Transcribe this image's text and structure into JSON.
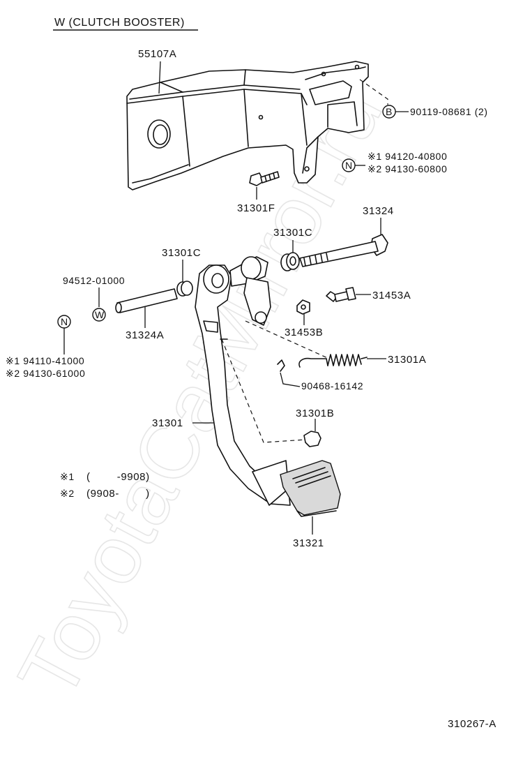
{
  "title": "W (CLUTCH BOOSTER)",
  "watermark": "ToyotaCatMirror.ru",
  "figure_id": "310267-A",
  "parts": {
    "bracket": "55107A",
    "bracket_bolt_b": "90119-08681 (2)",
    "bracket_nut_1": "※1 94120-40800",
    "bracket_nut_2": "※2 94130-60800",
    "bracket_bolt": "31301F",
    "pivot_bolt": "31324",
    "bushing_right": "31301C",
    "bushing_left": "31301C",
    "washer": "94512-01000",
    "collar": "31324A",
    "pedal_nut_1": "※1 94110-41000",
    "pedal_nut_2": "※2 94130-61000",
    "stop_bolt": "31453A",
    "stop_nut": "31453B",
    "spring": "31301A",
    "clip": "90468-16142",
    "pedal": "31301",
    "cushion": "31301B",
    "pedal_pad": "31321"
  },
  "symbols": {
    "b": "B",
    "n": "N",
    "w": "W"
  },
  "notes": {
    "note1_mark": "※1",
    "note1_range": "(        -9908)",
    "note2_mark": "※2",
    "note2_range": "(9908-        )"
  }
}
